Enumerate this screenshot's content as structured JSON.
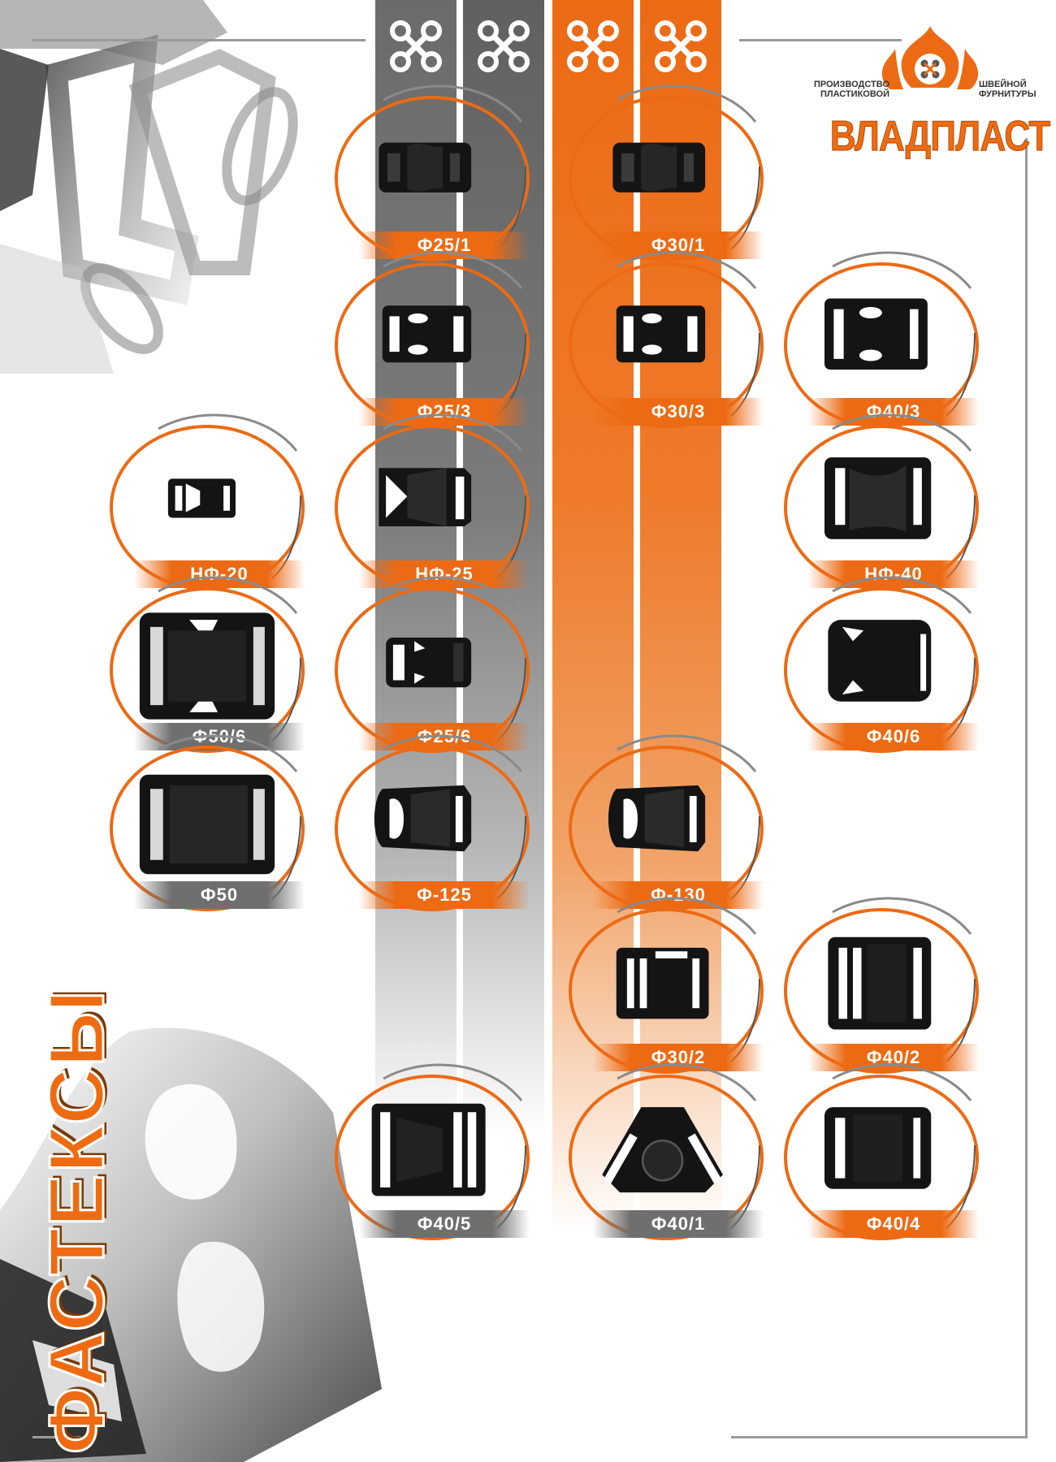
{
  "brand": {
    "tagline_left": "ПРОИЗВОДСТВО ПЛАСТИКОВОЙ",
    "tagline_right": "ШВЕЙНОЙ ФУРНИТУРЫ",
    "wordmark": "ВЛАДПЛАСТ",
    "accent_color": "#ec6a14",
    "grey_color": "#6f6f6f"
  },
  "side_title": "ФАСТЕКСЫ",
  "stripe_icons": [
    "button-icon",
    "button-icon",
    "button-icon",
    "button-icon"
  ],
  "products": [
    {
      "id": "f25-1",
      "label": "Ф25/1",
      "label_style": "orange",
      "icon": "buckle-icon"
    },
    {
      "id": "f30-1",
      "label": "Ф30/1",
      "label_style": "orange",
      "icon": "buckle-icon"
    },
    {
      "id": "f25-3",
      "label": "Ф25/3",
      "label_style": "orange",
      "icon": "buckle-icon"
    },
    {
      "id": "f30-3",
      "label": "Ф30/3",
      "label_style": "orange",
      "icon": "buckle-icon"
    },
    {
      "id": "f40-3",
      "label": "Ф40/3",
      "label_style": "orange",
      "icon": "buckle-icon"
    },
    {
      "id": "nf-20",
      "label": "НФ-20",
      "label_style": "orange",
      "icon": "buckle-icon"
    },
    {
      "id": "nf-25",
      "label": "НФ-25",
      "label_style": "orange",
      "icon": "buckle-icon"
    },
    {
      "id": "nf-40",
      "label": "НФ-40",
      "label_style": "orange",
      "icon": "buckle-icon"
    },
    {
      "id": "f50-6",
      "label": "Ф50/6",
      "label_style": "grey",
      "icon": "buckle-icon"
    },
    {
      "id": "f25-6",
      "label": "Ф25/6",
      "label_style": "orange",
      "icon": "buckle-icon"
    },
    {
      "id": "f40-6",
      "label": "Ф40/6",
      "label_style": "orange",
      "icon": "buckle-icon"
    },
    {
      "id": "f50",
      "label": "Ф50",
      "label_style": "grey",
      "icon": "buckle-icon"
    },
    {
      "id": "f-125",
      "label": "Ф-125",
      "label_style": "orange",
      "icon": "buckle-icon"
    },
    {
      "id": "f-130",
      "label": "Ф-130",
      "label_style": "orange",
      "icon": "buckle-icon"
    },
    {
      "id": "f30-2",
      "label": "Ф30/2",
      "label_style": "orange",
      "icon": "buckle-icon"
    },
    {
      "id": "f40-2",
      "label": "Ф40/2",
      "label_style": "orange",
      "icon": "buckle-icon"
    },
    {
      "id": "f40-5",
      "label": "Ф40/5",
      "label_style": "grey",
      "icon": "buckle-icon"
    },
    {
      "id": "f40-1",
      "label": "Ф40/1",
      "label_style": "grey",
      "icon": "buckle-icon"
    },
    {
      "id": "f40-4",
      "label": "Ф40/4",
      "label_style": "orange",
      "icon": "buckle-icon"
    }
  ]
}
